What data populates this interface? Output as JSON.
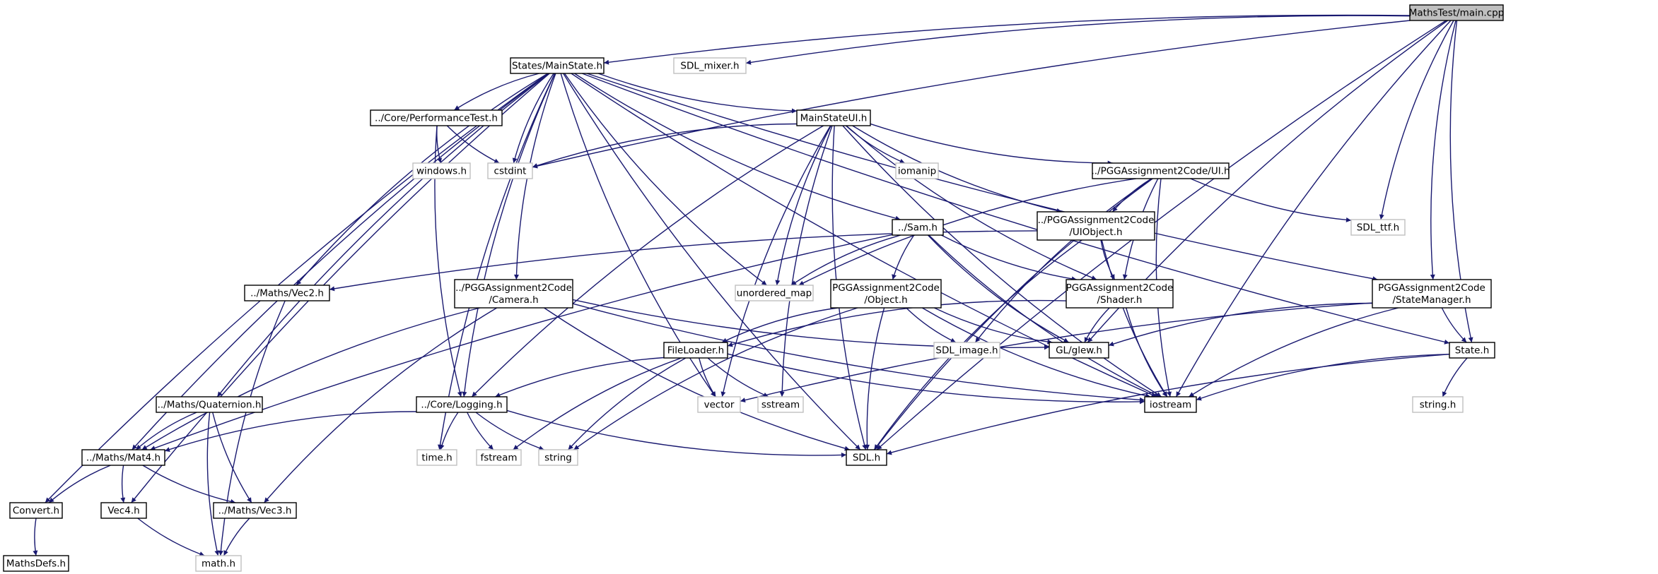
{
  "diagram": {
    "nodes": {
      "main_cpp": {
        "lines": [
          "MathsTest/main.cpp"
        ],
        "kind": "root"
      },
      "mainstate": {
        "lines": [
          "States/MainState.h"
        ],
        "kind": "local"
      },
      "sdl_mixer": {
        "lines": [
          "SDL_mixer.h"
        ],
        "kind": "external"
      },
      "perftest": {
        "lines": [
          "../Core/PerformanceTest.h"
        ],
        "kind": "local"
      },
      "mainstateui": {
        "lines": [
          "MainStateUI.h"
        ],
        "kind": "local"
      },
      "windows": {
        "lines": [
          "windows.h"
        ],
        "kind": "external"
      },
      "cstdint": {
        "lines": [
          "cstdint"
        ],
        "kind": "external"
      },
      "iomanip": {
        "lines": [
          "iomanip"
        ],
        "kind": "external"
      },
      "ui_h": {
        "lines": [
          "../PGGAssignment2Code/UI.h"
        ],
        "kind": "local"
      },
      "sdl_ttf": {
        "lines": [
          "SDL_ttf.h"
        ],
        "kind": "external"
      },
      "sam": {
        "lines": [
          "../Sam.h"
        ],
        "kind": "local"
      },
      "uiobject": {
        "lines": [
          "../PGGAssignment2Code",
          "/UIObject.h"
        ],
        "kind": "local"
      },
      "vec2": {
        "lines": [
          "../Maths/Vec2.h"
        ],
        "kind": "local"
      },
      "camera": {
        "lines": [
          "../PGGAssignment2Code",
          "/Camera.h"
        ],
        "kind": "local"
      },
      "object": {
        "lines": [
          "PGGAssignment2Code",
          "/Object.h"
        ],
        "kind": "local"
      },
      "unordered_map": {
        "lines": [
          "unordered_map"
        ],
        "kind": "external"
      },
      "shader": {
        "lines": [
          "PGGAssignment2Code",
          "/Shader.h"
        ],
        "kind": "local"
      },
      "statemanager": {
        "lines": [
          "PGGAssignment2Code",
          "/StateManager.h"
        ],
        "kind": "local"
      },
      "sdl_image": {
        "lines": [
          "SDL_image.h"
        ],
        "kind": "external"
      },
      "glew": {
        "lines": [
          "GL/glew.h"
        ],
        "kind": "local"
      },
      "fileloader": {
        "lines": [
          "FileLoader.h"
        ],
        "kind": "local"
      },
      "state": {
        "lines": [
          "State.h"
        ],
        "kind": "local"
      },
      "quaternion": {
        "lines": [
          "../Maths/Quaternion.h"
        ],
        "kind": "local"
      },
      "logging": {
        "lines": [
          "../Core/Logging.h"
        ],
        "kind": "local"
      },
      "vector": {
        "lines": [
          "vector"
        ],
        "kind": "external"
      },
      "sstream": {
        "lines": [
          "sstream"
        ],
        "kind": "external"
      },
      "iostream": {
        "lines": [
          "iostream"
        ],
        "kind": "local"
      },
      "string_h": {
        "lines": [
          "string.h"
        ],
        "kind": "external"
      },
      "mat4": {
        "lines": [
          "../Maths/Mat4.h"
        ],
        "kind": "local"
      },
      "time_h": {
        "lines": [
          "time.h"
        ],
        "kind": "external"
      },
      "fstream": {
        "lines": [
          "fstream"
        ],
        "kind": "external"
      },
      "string": {
        "lines": [
          "string"
        ],
        "kind": "external"
      },
      "sdl_h": {
        "lines": [
          "SDL.h"
        ],
        "kind": "local"
      },
      "convert": {
        "lines": [
          "Convert.h"
        ],
        "kind": "local"
      },
      "vec4": {
        "lines": [
          "Vec4.h"
        ],
        "kind": "local"
      },
      "vec3": {
        "lines": [
          "../Maths/Vec3.h"
        ],
        "kind": "local"
      },
      "mathsdefs": {
        "lines": [
          "MathsDefs.h"
        ],
        "kind": "local"
      },
      "math_h": {
        "lines": [
          "math.h"
        ],
        "kind": "external"
      }
    },
    "edges": [
      [
        "main_cpp",
        "mainstate"
      ],
      [
        "main_cpp",
        "sdl_mixer"
      ],
      [
        "main_cpp",
        "cstdint"
      ],
      [
        "main_cpp",
        "sdl_ttf"
      ],
      [
        "main_cpp",
        "statemanager"
      ],
      [
        "main_cpp",
        "glew"
      ],
      [
        "main_cpp",
        "state"
      ],
      [
        "main_cpp",
        "iostream"
      ],
      [
        "main_cpp",
        "sdl_h"
      ],
      [
        "mainstate",
        "perftest"
      ],
      [
        "mainstate",
        "mainstateui"
      ],
      [
        "mainstate",
        "cstdint"
      ],
      [
        "mainstate",
        "sam"
      ],
      [
        "mainstate",
        "vec2"
      ],
      [
        "mainstate",
        "camera"
      ],
      [
        "mainstate",
        "unordered_map"
      ],
      [
        "mainstate",
        "statemanager"
      ],
      [
        "mainstate",
        "state"
      ],
      [
        "mainstate",
        "quaternion"
      ],
      [
        "mainstate",
        "logging"
      ],
      [
        "mainstate",
        "vector"
      ],
      [
        "mainstate",
        "iostream"
      ],
      [
        "mainstate",
        "mat4"
      ],
      [
        "mainstate",
        "time_h"
      ],
      [
        "mainstate",
        "sdl_h"
      ],
      [
        "mainstate",
        "convert"
      ],
      [
        "mainstate",
        "vec4"
      ],
      [
        "perftest",
        "windows"
      ],
      [
        "perftest",
        "cstdint"
      ],
      [
        "perftest",
        "logging"
      ],
      [
        "mainstateui",
        "cstdint"
      ],
      [
        "mainstateui",
        "iomanip"
      ],
      [
        "mainstateui",
        "ui_h"
      ],
      [
        "mainstateui",
        "uiobject"
      ],
      [
        "mainstateui",
        "unordered_map"
      ],
      [
        "mainstateui",
        "shader"
      ],
      [
        "mainstateui",
        "logging"
      ],
      [
        "mainstateui",
        "sstream"
      ],
      [
        "mainstateui",
        "iostream"
      ],
      [
        "mainstateui",
        "sdl_h"
      ],
      [
        "mainstateui",
        "vector"
      ],
      [
        "ui_h",
        "sdl_ttf"
      ],
      [
        "ui_h",
        "uiobject"
      ],
      [
        "ui_h",
        "shader"
      ],
      [
        "ui_h",
        "unordered_map"
      ],
      [
        "ui_h",
        "sdl_image"
      ],
      [
        "ui_h",
        "iostream"
      ],
      [
        "ui_h",
        "sdl_h"
      ],
      [
        "sam",
        "object"
      ],
      [
        "sam",
        "shader"
      ],
      [
        "sam",
        "unordered_map"
      ],
      [
        "sam",
        "glew"
      ],
      [
        "sam",
        "iostream"
      ],
      [
        "sam",
        "mat4"
      ],
      [
        "uiobject",
        "vec2"
      ],
      [
        "uiobject",
        "shader"
      ],
      [
        "uiobject",
        "iostream"
      ],
      [
        "uiobject",
        "sdl_h"
      ],
      [
        "vec2",
        "math_h"
      ],
      [
        "camera",
        "glew"
      ],
      [
        "camera",
        "iostream"
      ],
      [
        "camera",
        "mat4"
      ],
      [
        "camera",
        "vec3"
      ],
      [
        "camera",
        "sdl_h"
      ],
      [
        "object",
        "fileloader"
      ],
      [
        "object",
        "sdl_image"
      ],
      [
        "object",
        "glew"
      ],
      [
        "object",
        "iostream"
      ],
      [
        "object",
        "string"
      ],
      [
        "object",
        "sdl_h"
      ],
      [
        "shader",
        "fileloader"
      ],
      [
        "shader",
        "glew"
      ],
      [
        "shader",
        "iostream"
      ],
      [
        "statemanager",
        "state"
      ],
      [
        "statemanager",
        "glew"
      ],
      [
        "statemanager",
        "iostream"
      ],
      [
        "statemanager",
        "vector"
      ],
      [
        "fileloader",
        "logging"
      ],
      [
        "fileloader",
        "vector"
      ],
      [
        "fileloader",
        "sstream"
      ],
      [
        "fileloader",
        "iostream"
      ],
      [
        "fileloader",
        "string"
      ],
      [
        "fileloader",
        "fstream"
      ],
      [
        "state",
        "iostream"
      ],
      [
        "state",
        "string_h"
      ],
      [
        "state",
        "sdl_h"
      ],
      [
        "quaternion",
        "mat4"
      ],
      [
        "quaternion",
        "vec3"
      ],
      [
        "quaternion",
        "math_h"
      ],
      [
        "logging",
        "mat4"
      ],
      [
        "logging",
        "time_h"
      ],
      [
        "logging",
        "fstream"
      ],
      [
        "logging",
        "string"
      ],
      [
        "logging",
        "sdl_h"
      ],
      [
        "mat4",
        "convert"
      ],
      [
        "mat4",
        "vec4"
      ],
      [
        "mat4",
        "vec3"
      ],
      [
        "convert",
        "mathsdefs"
      ],
      [
        "vec4",
        "math_h"
      ],
      [
        "vec3",
        "math_h"
      ]
    ]
  }
}
